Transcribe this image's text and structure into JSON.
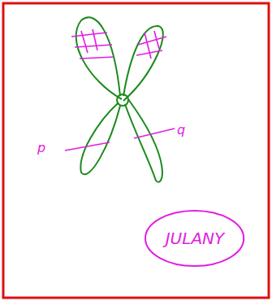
{
  "diagram": {
    "nodes": [
      {
        "text": [
          "JULANY"
        ]
      }
    ],
    "labels": [
      "p",
      "q"
    ]
  }
}
